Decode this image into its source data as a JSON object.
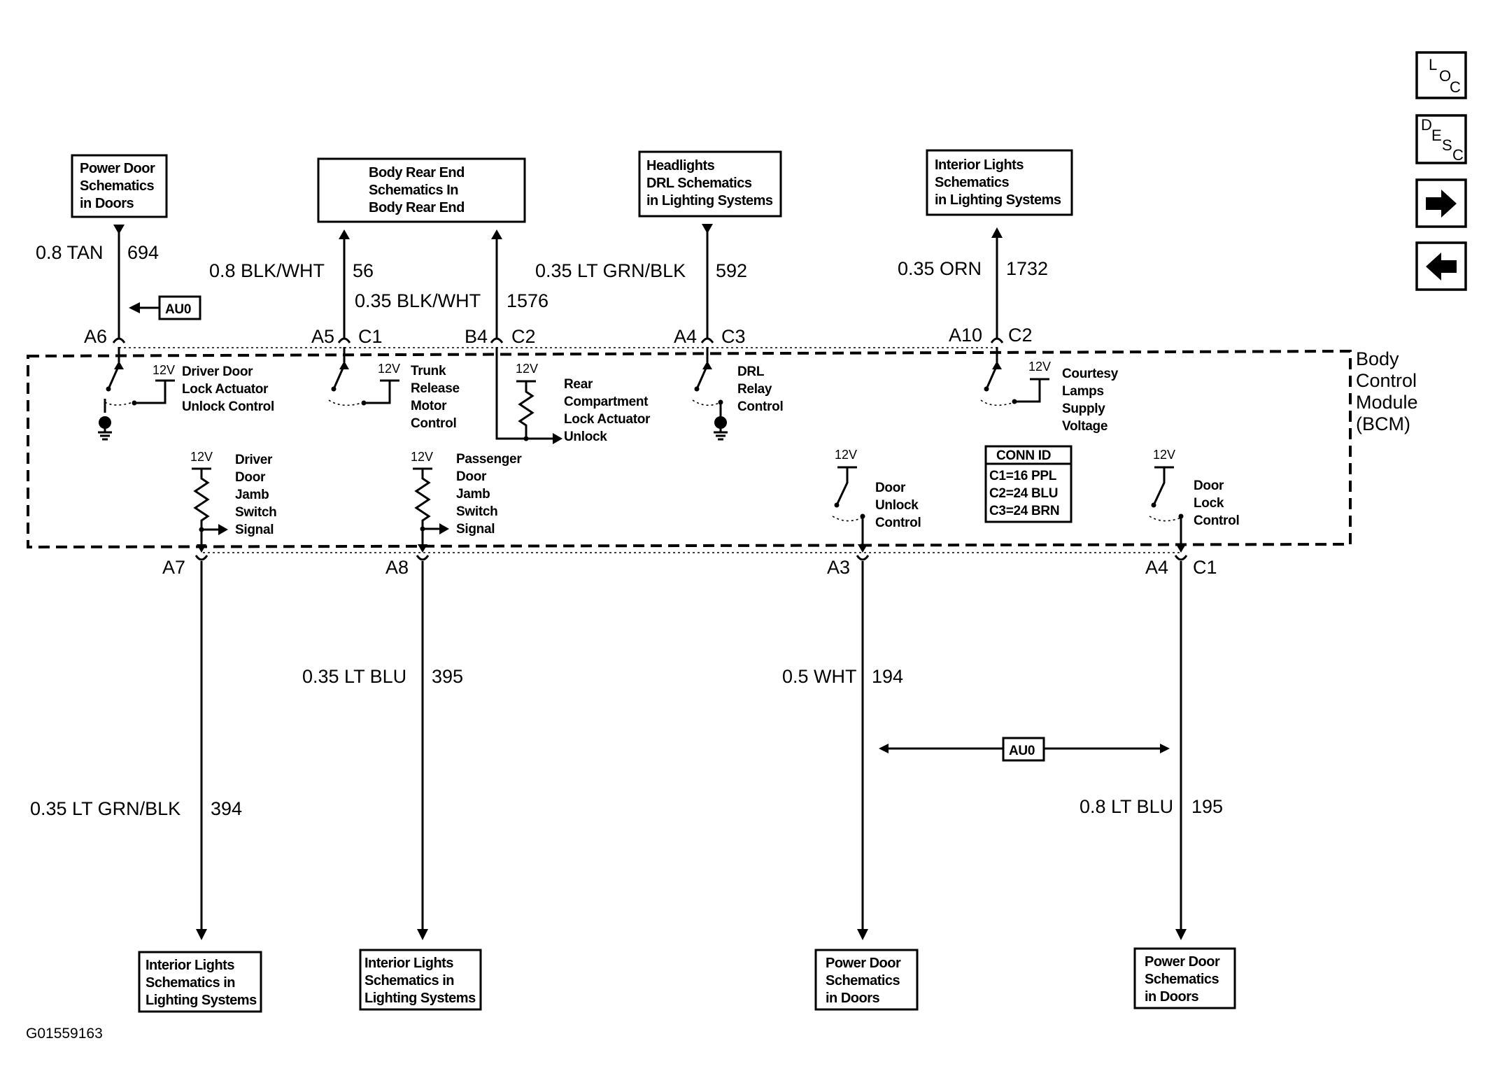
{
  "nav": {
    "loc": [
      "L",
      "O",
      "C"
    ],
    "desc": [
      "D",
      "E",
      "S",
      "C"
    ],
    "forward_icon": "arrow-right-icon",
    "back_icon": "arrow-left-icon"
  },
  "top_boxes": {
    "power_door": [
      "Power Door",
      "Schematics",
      "in Doors"
    ],
    "body_rear": [
      "Body Rear End",
      "Schematics In",
      "Body Rear End"
    ],
    "headlights": [
      "Headlights",
      "DRL Schematics",
      "in Lighting Systems"
    ],
    "interior_top": [
      "Interior Lights",
      "Schematics",
      "in Lighting Systems"
    ]
  },
  "bottom_boxes": {
    "interior_a7": [
      "Interior Lights",
      "Schematics in",
      "Lighting Systems"
    ],
    "interior_a8": [
      "Interior Lights",
      "Schematics in",
      "Lighting Systems"
    ],
    "power_door_a3": [
      "Power Door",
      "Schematics",
      "in Doors"
    ],
    "power_door_a4": [
      "Power Door",
      "Schematics",
      "in Doors"
    ]
  },
  "wires": {
    "w694": {
      "gauge_color": "0.8 TAN",
      "circuit": "694"
    },
    "w56": {
      "gauge_color": "0.8 BLK/WHT",
      "circuit": "56"
    },
    "w1576": {
      "gauge_color": "0.35 BLK/WHT",
      "circuit": "1576"
    },
    "w592": {
      "gauge_color": "0.35 LT GRN/BLK",
      "circuit": "592"
    },
    "w1732": {
      "gauge_color": "0.35 ORN",
      "circuit": "1732"
    },
    "w394": {
      "gauge_color": "0.35 LT GRN/BLK",
      "circuit": "394"
    },
    "w395": {
      "gauge_color": "0.35 LT BLU",
      "circuit": "395"
    },
    "w194": {
      "gauge_color": "0.5 WHT",
      "circuit": "194"
    },
    "w195": {
      "gauge_color": "0.8 LT BLU",
      "circuit": "195"
    }
  },
  "pins_top": {
    "a6": "A6",
    "a5": "A5",
    "a5_conn": "C1",
    "b4": "B4",
    "b4_conn": "C2",
    "a4": "A4",
    "a4_conn": "C3",
    "a10": "A10",
    "a10_conn": "C2"
  },
  "pins_bottom": {
    "a7": "A7",
    "a8": "A8",
    "a3": "A3",
    "a4": "A4",
    "a4_conn": "C1"
  },
  "option_tag": "AU0",
  "module": {
    "name": [
      "Body",
      "Control",
      "Module",
      "(BCM)"
    ]
  },
  "circuits": {
    "voltage": "12V",
    "driver_lock_unlock": [
      "Driver Door",
      "Lock Actuator",
      "Unlock Control"
    ],
    "trunk_release": [
      "Trunk",
      "Release",
      "Motor",
      "Control"
    ],
    "rear_compartment": [
      "Rear",
      "Compartment",
      "Lock Actuator",
      "Unlock"
    ],
    "drl_relay": [
      "DRL",
      "Relay",
      "Control"
    ],
    "courtesy_lamps": [
      "Courtesy",
      "Lamps",
      "Supply",
      "Voltage"
    ],
    "driver_jamb": [
      "Driver",
      "Door",
      "Jamb",
      "Switch",
      "Signal"
    ],
    "passenger_jamb": [
      "Passenger",
      "Door",
      "Jamb",
      "Switch",
      "Signal"
    ],
    "door_unlock": [
      "Door",
      "Unlock",
      "Control"
    ],
    "door_lock": [
      "Door",
      "Lock",
      "Control"
    ]
  },
  "conn_id": {
    "title": "CONN ID",
    "rows": [
      "C1=16 PPL",
      "C2=24 BLU",
      "C3=24 BRN"
    ]
  },
  "figure_id": "G01559163"
}
